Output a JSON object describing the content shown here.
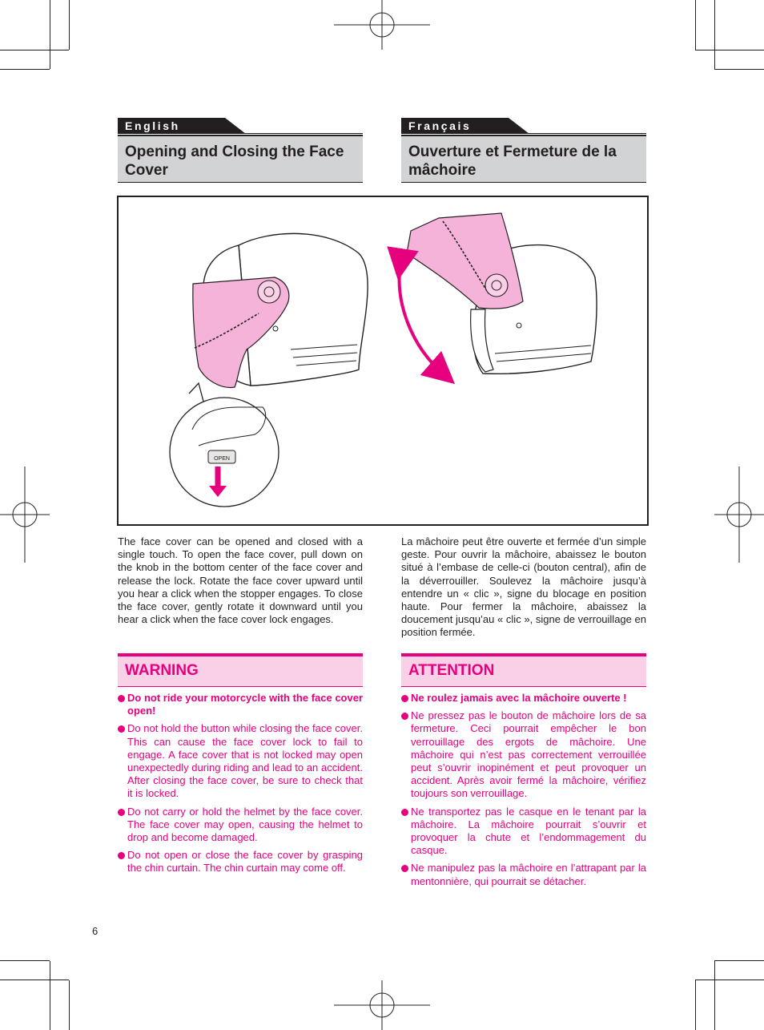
{
  "english": {
    "tab_label": "English",
    "title": "Opening and Closing the Face Cover",
    "body": "The face cover can be opened and closed with a single touch. To open the face cover, pull down on the knob in the bottom center of the face cover and release the lock. Rotate the face cover upward until you hear a click when the stopper engages. To close the face cover, gently rotate it downward until you hear a click when the face cover lock engages.",
    "warning_title": "WARNING",
    "warnings": [
      "Do not ride your motorcycle with the face cover open!",
      "Do not hold the button while closing the face cover. This can cause the face cover lock to fail to engage. A face cover that is not locked may open unexpectedly during riding and lead to an accident. After closing the face cover, be sure to check that it is locked.",
      "Do not carry or hold the helmet by the face cover. The face cover may open, causing the helmet to drop and become damaged.",
      "Do not open or close the face cover by grasping the chin curtain. The chin curtain may come off."
    ]
  },
  "french": {
    "tab_label": "Français",
    "title": "Ouverture et Fermeture de la mâchoire",
    "body": "La mâchoire peut être ouverte et fermée d’un simple geste. Pour ouvrir la mâchoire, abaissez le bouton situé à l’embase de celle-ci (bouton central), afin de la déverrouiller. Soulevez la mâchoire jusqu’à entendre un « clic », signe du blocage en position haute. Pour fermer la mâchoire, abaissez la doucement jusqu’au « clic », signe de verrouillage en position fermée.",
    "warning_title": "ATTENTION",
    "warnings": [
      "Ne roulez jamais avec la mâchoire ouverte !",
      "Ne pressez pas le bouton de mâchoire lors de sa fermeture. Ceci pourrait empêcher le bon verrouillage des ergots de mâchoire. Une mâchoire qui n’est pas correctement verrouillée peut s’ouvrir inopinément et peut provoquer un accident. Après avoir fermé la mâchoire, vérifiez toujours son verrouillage.",
      "Ne transportez pas le casque en le tenant par la mâchoire. La mâchoire pourrait s’ouvrir et provoquer la chute et l’endommagement du casque.",
      "Ne manipulez pas la mâchoire en l’attrapant par la mentonnière, qui pourrait se détacher."
    ]
  },
  "figure": {
    "button_label": "OPEN"
  },
  "page_number": "6",
  "colors": {
    "accent": "#e6007e",
    "accent_light": "#f9d0e6",
    "tab_dark": "#231f20",
    "title_gray": "#d1d3d4"
  }
}
